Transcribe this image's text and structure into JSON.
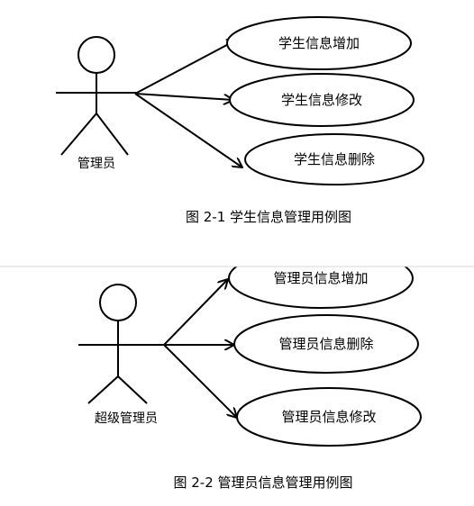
{
  "diagrams": [
    {
      "caption": "图 2-1  学生信息管理用例图",
      "actor": "管理员",
      "use_cases": [
        "学生信息增加",
        "学生信息修改",
        "学生信息删除"
      ]
    },
    {
      "caption": "图 2-2  管理员信息管理用例图",
      "actor": "超级管理员",
      "use_cases": [
        "管理员信息增加",
        "管理员信息删除",
        "管理员信息修改"
      ]
    }
  ],
  "colors": {
    "stroke": "#000000",
    "divider": "#d9d9d9",
    "background": "#ffffff"
  }
}
